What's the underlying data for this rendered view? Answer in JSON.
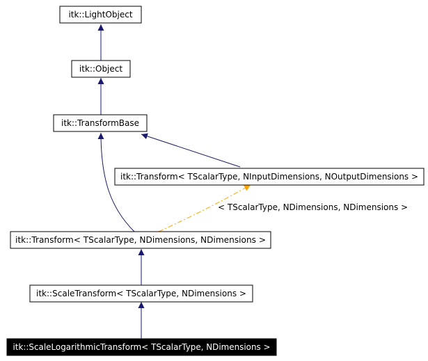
{
  "colors": {
    "background": "#ffffff",
    "node_border": "#000000",
    "node_fill": "#ffffff",
    "node_text": "#000000",
    "highlight_fill": "#000000",
    "highlight_text": "#ffffff",
    "inheritance_edge": "#191970",
    "template_edge": "#ffa500"
  },
  "nodes": {
    "light_object": "itk::LightObject",
    "object": "itk::Object",
    "transform_base": "itk::TransformBase",
    "transform_generic": "itk::Transform< TScalarType, NInputDimensions, NOutputDimensions >",
    "transform_instance": "itk::Transform< TScalarType, NDimensions, NDimensions >",
    "scale_transform": "itk::ScaleTransform< TScalarType, NDimensions >",
    "scale_log_transform": "itk::ScaleLogarithmicTransform< TScalarType, NDimensions >"
  },
  "edge_labels": {
    "template_args": "< TScalarType, NDimensions, NDimensions >"
  }
}
